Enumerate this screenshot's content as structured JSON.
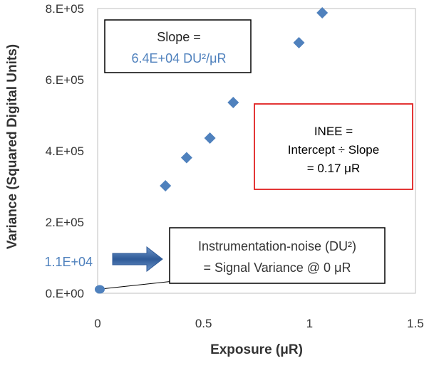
{
  "chart_data": {
    "type": "scatter",
    "xlabel": "Exposure (μR)",
    "ylabel": "Variance (Squared Digital Units)",
    "xlim": [
      0,
      1.5
    ],
    "ylim": [
      0,
      800000
    ],
    "x_ticks": [
      0,
      0.5,
      1,
      1.5
    ],
    "x_tick_labels": [
      "0",
      "0.5",
      "1",
      "1.5"
    ],
    "y_ticks": [
      0,
      200000,
      400000,
      600000,
      800000
    ],
    "y_tick_labels": [
      "0.E+00",
      "2.E+05",
      "4.E+05",
      "6.E+05",
      "8.E+05"
    ],
    "grid": false,
    "series": [
      {
        "marker": "diamond",
        "color": "#4f81bd",
        "x": [
          0.32,
          0.42,
          0.53,
          0.64,
          0.95,
          1.06
        ],
        "y": [
          302000,
          381000,
          436000,
          536000,
          704000,
          788000
        ]
      }
    ],
    "intercept_point": {
      "x": 0.01,
      "y": 11000,
      "color": "#4f81bd"
    },
    "fit_line": {
      "slope": 64000,
      "intercept": 11000,
      "color": "#000000"
    },
    "annotations": {
      "intercept_label": "1.1E+04",
      "slope_title": "Slope =",
      "slope_value": "6.4E+04 DU²/μR",
      "inee_line1": "INEE =",
      "inee_line2": "Intercept ÷ Slope",
      "inee_line3": "=  0.17 μR",
      "noise_line1": "Instrumentation-noise (DU²)",
      "noise_line2": "= Signal Variance @ 0 μR"
    },
    "colors": {
      "accent_blue": "#4f81bd",
      "inee_border": "#e02020",
      "arrow": "#2e5a98"
    }
  }
}
